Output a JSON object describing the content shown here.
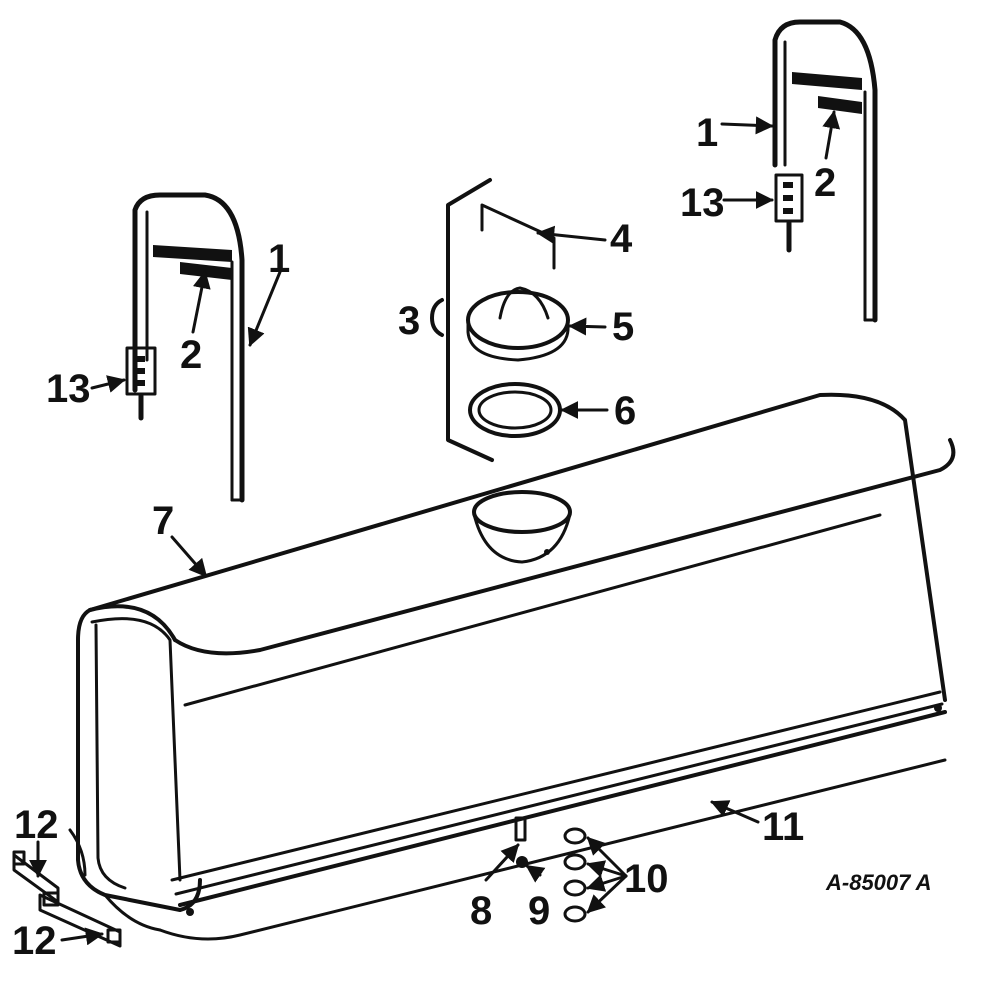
{
  "diagram": {
    "drawing_number": "A-85007 A",
    "callouts": [
      {
        "id": "strap-left",
        "label": "1"
      },
      {
        "id": "strap-right",
        "label": "1"
      },
      {
        "id": "pad-left",
        "label": "2"
      },
      {
        "id": "pad-right",
        "label": "2"
      },
      {
        "id": "cap-assembly",
        "label": "3"
      },
      {
        "id": "chain",
        "label": "4"
      },
      {
        "id": "cap",
        "label": "5"
      },
      {
        "id": "gasket",
        "label": "6"
      },
      {
        "id": "tank",
        "label": "7"
      },
      {
        "id": "drain-plug",
        "label": "8"
      },
      {
        "id": "washer",
        "label": "9"
      },
      {
        "id": "nuts",
        "label": "10"
      },
      {
        "id": "skid-bar",
        "label": "11"
      },
      {
        "id": "bracket-upper",
        "label": "12"
      },
      {
        "id": "bracket-lower",
        "label": "12"
      },
      {
        "id": "clip-left",
        "label": "13"
      },
      {
        "id": "clip-right",
        "label": "13"
      }
    ]
  }
}
